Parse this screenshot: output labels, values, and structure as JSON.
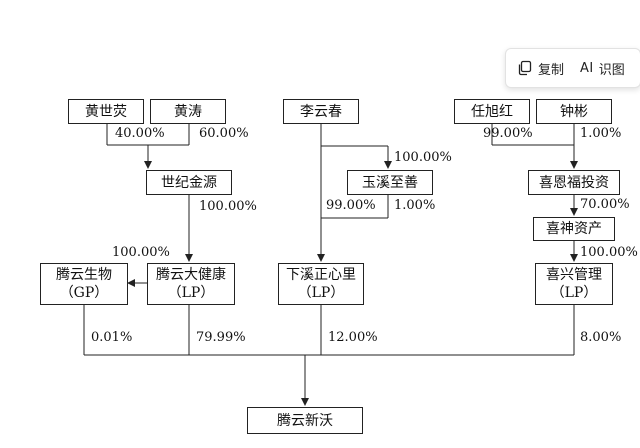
{
  "toolbar": {
    "copy_label": "复制",
    "ai_icon_text": "AI",
    "ai_label": "识图"
  },
  "entities": {
    "huang_shiying": "黄世荧",
    "huang_tao": "黄涛",
    "li_yunchun": "李云春",
    "ren_xuhong": "任旭红",
    "zhong_bin": "钟彬",
    "shiji_jinyuan": "世纪金源",
    "yuxi_zhishan": "玉溪至善",
    "xien_futouzi": "喜恩福投资",
    "xishen_zichan": "喜神资产",
    "tengyun_shengwu": {
      "name": "腾云生物",
      "role": "（GP）"
    },
    "tengyun_dajiankang": {
      "name": "腾云大健康",
      "role": "（LP）"
    },
    "xiaxi_zhengxinli": {
      "name": "下溪正心里",
      "role": "（LP）"
    },
    "xixing_guanli": {
      "name": "喜兴管理",
      "role": "（LP）"
    },
    "tengyun_xinwo": "腾云新沃"
  },
  "percentages": {
    "huang_shiying": "40.00%",
    "huang_tao": "60.00%",
    "li_to_yuxi": "100.00%",
    "ren_xuhong": "99.00%",
    "zhong_bin": "1.00%",
    "shiji_to_dajiankang": "100.00%",
    "li_to_xiaxi": "99.00%",
    "yuxi_to_xiaxi": "1.00%",
    "xien_to_xishen": "70.00%",
    "dajiankang_to_shengwu": "100.00%",
    "xishen_to_xixing": "100.00%",
    "shengwu_to_xinwo": "0.01%",
    "dajiankang_to_xinwo": "79.99%",
    "xiaxi_to_xinwo": "12.00%",
    "xixing_to_xinwo": "8.00%"
  },
  "colors": {
    "line": "#222222",
    "toolbar_border": "#e2e2e2"
  }
}
